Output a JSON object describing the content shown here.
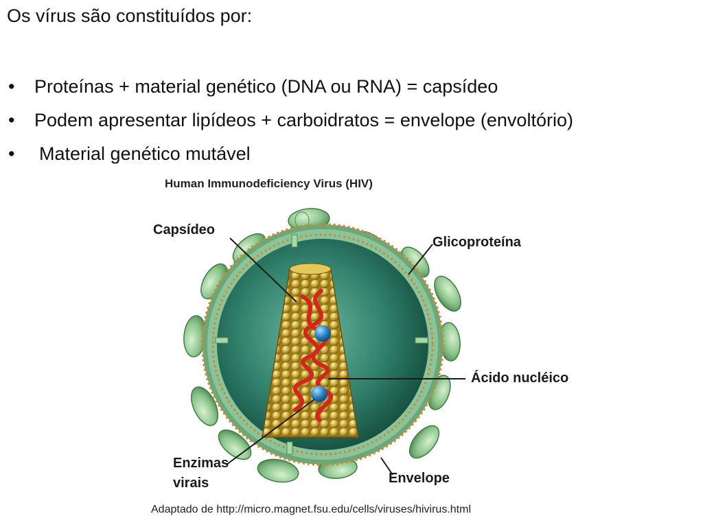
{
  "slide": {
    "title": "Os vírus são constituídos por:",
    "bullet_symbol": "•",
    "bullets": [
      "Proteínas + material genético (DNA ou RNA) = capsídeo",
      "Podem apresentar lipídeos + carboidratos = envelope (envoltório)",
      "Material genético mutável"
    ]
  },
  "figure": {
    "title": "Human Immunodeficiency Virus (HIV)",
    "labels": {
      "capsid": "Capsídeo",
      "glycoprotein": "Glicoproteína",
      "nucleic_acid": "Ácido nucléico",
      "enzymes_line1": "Enzimas",
      "enzymes_line2": "virais",
      "envelope": "Envelope"
    },
    "credit": "Adaptado de http://micro.magnet.fsu.edu/cells/viruses/hivirus.html",
    "colors": {
      "membrane": "#7fb58a",
      "interior": "#2f7f6a",
      "capsid": "#c9a636",
      "rna": "#d0281c",
      "enzyme": "#2a7fc0",
      "glycoprotein": "#8cc48c"
    }
  }
}
